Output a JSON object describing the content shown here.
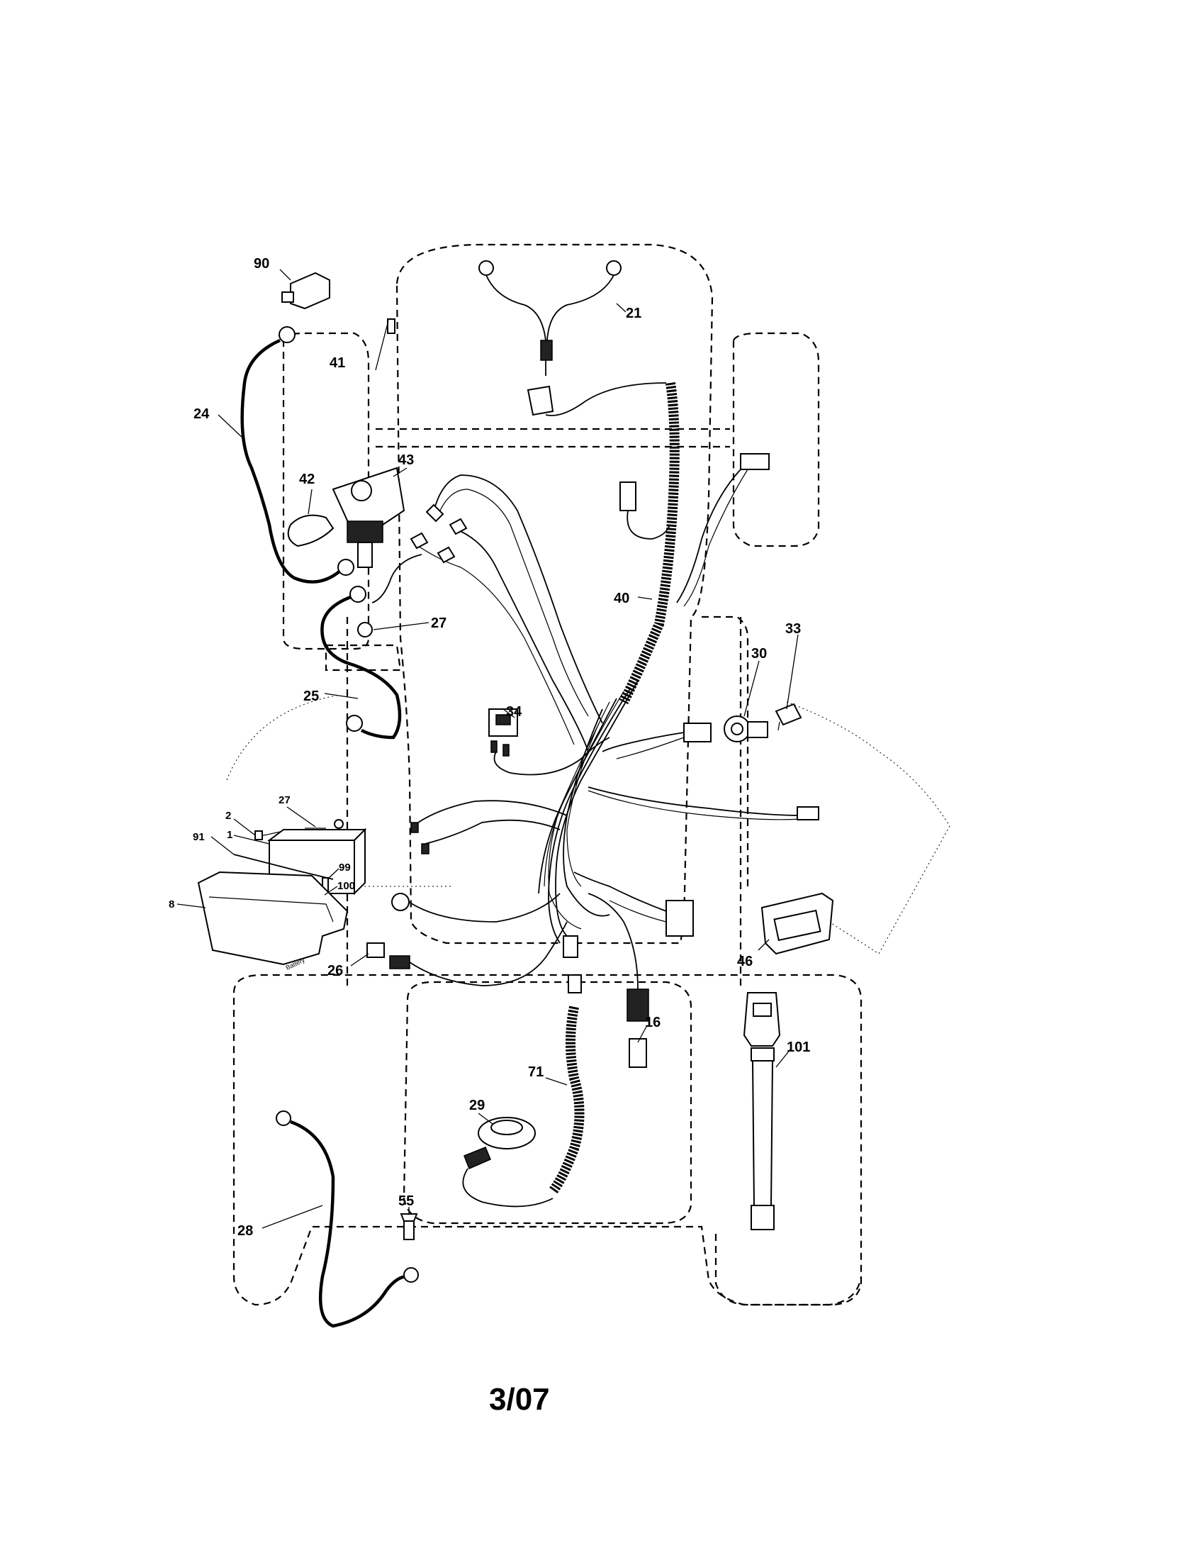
{
  "diagram": {
    "callouts": {
      "c90": "90",
      "c21": "21",
      "c41": "41",
      "c24": "24",
      "c43": "43",
      "c42": "42",
      "c27a": "27",
      "c40": "40",
      "c33": "33",
      "c30": "30",
      "c25": "25",
      "c34": "34",
      "c2": "2",
      "c27b": "27",
      "c1": "1",
      "c91": "91",
      "c99": "99",
      "c100": "100",
      "c8": "8",
      "c26": "26",
      "c46": "46",
      "c16": "16",
      "c101": "101",
      "c71": "71",
      "c29": "29",
      "c55": "55",
      "c28": "28"
    },
    "battery_box_text": "Battery",
    "date_code": "3/07"
  }
}
